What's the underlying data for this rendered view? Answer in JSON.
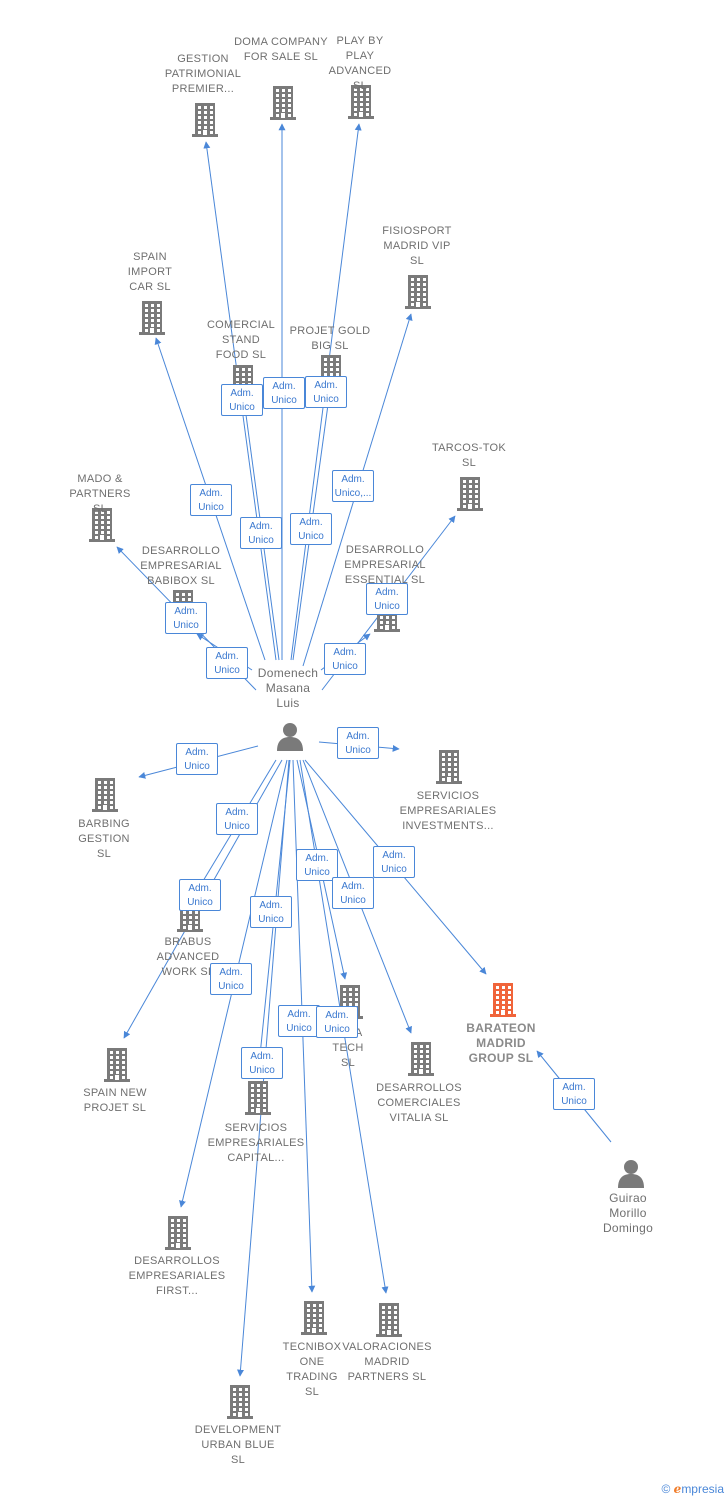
{
  "colors": {
    "edge": "#4a87d8",
    "building": "#7a7a7a",
    "highlight": "#f0643a",
    "person": "#7a7a7a"
  },
  "nodes": [
    {
      "id": "center",
      "kind": "person",
      "label": "Domenech Masana Luis"
    },
    {
      "id": "gestion",
      "kind": "building",
      "label": "GESTION PATRIMONIAL PREMIER..."
    },
    {
      "id": "doma",
      "kind": "building",
      "label": "DOMA COMPANY FOR SALE SL"
    },
    {
      "id": "playby",
      "kind": "building",
      "label": "PLAY BY PLAY ADVANCED SL"
    },
    {
      "id": "spainimport",
      "kind": "building",
      "label": "SPAIN IMPORT CAR SL"
    },
    {
      "id": "fisiosport",
      "kind": "building",
      "label": "FISIOSPORT MADRID VIP SL"
    },
    {
      "id": "comercial",
      "kind": "building",
      "label": "COMERCIAL STAND FOOD SL"
    },
    {
      "id": "projet",
      "kind": "building",
      "label": "PROJET GOLD BIG SL"
    },
    {
      "id": "tarcos",
      "kind": "building",
      "label": "TARCOS-TOK SL"
    },
    {
      "id": "mado",
      "kind": "building",
      "label": "MADO & PARTNERS SL"
    },
    {
      "id": "babibox",
      "kind": "building",
      "label": "DESARROLLO EMPRESARIAL BABIBOX SL"
    },
    {
      "id": "essential",
      "kind": "building",
      "label": "DESARROLLO EMPRESARIAL ESSENTIAL SL"
    },
    {
      "id": "barbing",
      "kind": "building",
      "label": "BARBING GESTION SL"
    },
    {
      "id": "servinv",
      "kind": "building",
      "label": "SERVICIOS EMPRESARIALES INVESTMENTS..."
    },
    {
      "id": "brabus",
      "kind": "building",
      "label": "BRABUS ADVANCED WORK SL"
    },
    {
      "id": "data",
      "kind": "building",
      "label": "DATA TECH SL"
    },
    {
      "id": "barateon",
      "kind": "highlight",
      "label": "BARATEON MADRID GROUP SL"
    },
    {
      "id": "spainnew",
      "kind": "building",
      "label": "SPAIN NEW PROJET SL"
    },
    {
      "id": "vitalia",
      "kind": "building",
      "label": "DESARROLLOS COMERCIALES VITALIA SL"
    },
    {
      "id": "servcap",
      "kind": "building",
      "label": "SERVICIOS EMPRESARIALES CAPITAL..."
    },
    {
      "id": "guirao",
      "kind": "person",
      "label": "Guirao Morillo Domingo"
    },
    {
      "id": "first",
      "kind": "building",
      "label": "DESARROLLOS EMPRESARIALES FIRST..."
    },
    {
      "id": "tecnibox",
      "kind": "building",
      "label": "TECNIBOX ONE TRADING SL"
    },
    {
      "id": "valoraciones",
      "kind": "building",
      "label": "VALORACIONES MADRID PARTNERS SL"
    },
    {
      "id": "urban",
      "kind": "building",
      "label": "DEVELOPMENT URBAN BLUE SL"
    }
  ],
  "edges": [
    {
      "from": "center",
      "to": "gestion",
      "label": "Adm. Unico"
    },
    {
      "from": "center",
      "to": "doma",
      "label": "Adm. Unico"
    },
    {
      "from": "center",
      "to": "playby",
      "label": "Adm. Unico"
    },
    {
      "from": "center",
      "to": "spainimport",
      "label": "Adm. Unico"
    },
    {
      "from": "center",
      "to": "fisiosport",
      "label": "Adm. Unico,..."
    },
    {
      "from": "center",
      "to": "comercial",
      "label": "Adm. Unico"
    },
    {
      "from": "center",
      "to": "projet",
      "label": "Adm. Unico"
    },
    {
      "from": "center",
      "to": "tarcos",
      "label": "Adm. Unico"
    },
    {
      "from": "center",
      "to": "mado",
      "label": "Adm. Unico"
    },
    {
      "from": "center",
      "to": "babibox",
      "label": "Adm. Unico"
    },
    {
      "from": "center",
      "to": "essential",
      "label": "Adm. Unico"
    },
    {
      "from": "center",
      "to": "barbing",
      "label": "Adm. Unico"
    },
    {
      "from": "center",
      "to": "servinv",
      "label": "Adm. Unico"
    },
    {
      "from": "center",
      "to": "brabus",
      "label": "Adm. Unico"
    },
    {
      "from": "center",
      "to": "spainnew",
      "label": "Adm. Unico"
    },
    {
      "from": "center",
      "to": "first",
      "label": "Adm. Unico"
    },
    {
      "from": "center",
      "to": "urban",
      "label": "Adm. Unico"
    },
    {
      "from": "center",
      "to": "servcap",
      "label": "Adm. Unico"
    },
    {
      "from": "center",
      "to": "tecnibox",
      "label": "Adm. Unico"
    },
    {
      "from": "center",
      "to": "data",
      "label": "Adm. Unico"
    },
    {
      "from": "center",
      "to": "valoraciones",
      "label": "Adm. Unico"
    },
    {
      "from": "center",
      "to": "vitalia",
      "label": "Adm. Unico"
    },
    {
      "from": "center",
      "to": "barateon",
      "label": "Adm. Unico"
    },
    {
      "from": "guirao",
      "to": "barateon",
      "label": "Adm. Unico"
    }
  ],
  "footer": {
    "copyright": "©",
    "brand_initial": "e",
    "brand_rest": "mpresia"
  }
}
